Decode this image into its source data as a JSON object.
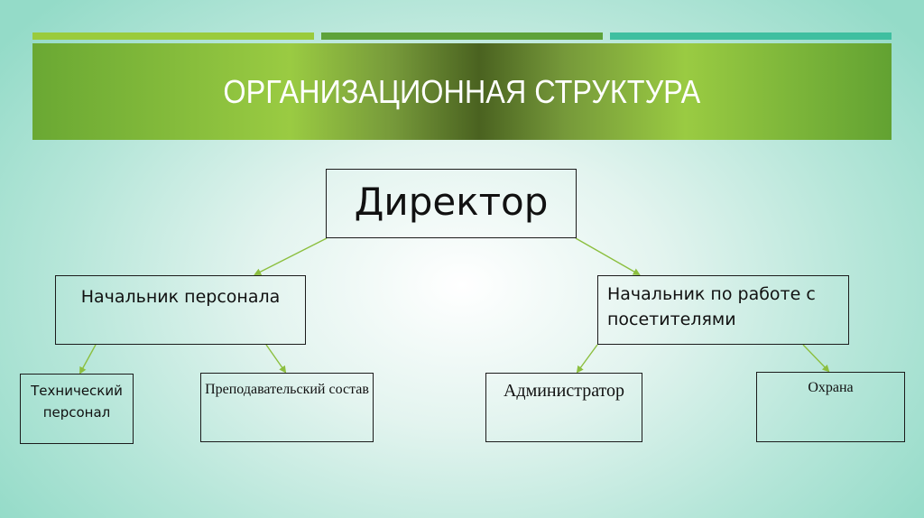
{
  "slide": {
    "title": "ОРГАНИЗАЦИОННАЯ СТРУКТУРА",
    "accent_bars": [
      {
        "color": "#9acb3c"
      },
      {
        "color": "#5ea23a"
      },
      {
        "color": "#3fbfa0"
      }
    ],
    "banner_colors": {
      "edge": "#6aa833",
      "light": "#9acb42",
      "dark": "#4a6220"
    },
    "connector_color": "#8cbf3f"
  },
  "org_chart": {
    "director": {
      "label": "Директор"
    },
    "level2": [
      {
        "label": "Начальник персонала"
      },
      {
        "label": "Начальник по работе с посетителями"
      }
    ],
    "level3": [
      {
        "label": "Технический персонал",
        "parent": "Начальник персонала"
      },
      {
        "label": "Преподавательский состав",
        "parent": "Начальник персонала"
      },
      {
        "label": "Администратор",
        "parent": "Начальник по работе с посетителями"
      },
      {
        "label": "Охрана",
        "parent": "Начальник по работе с посетителями"
      }
    ]
  }
}
